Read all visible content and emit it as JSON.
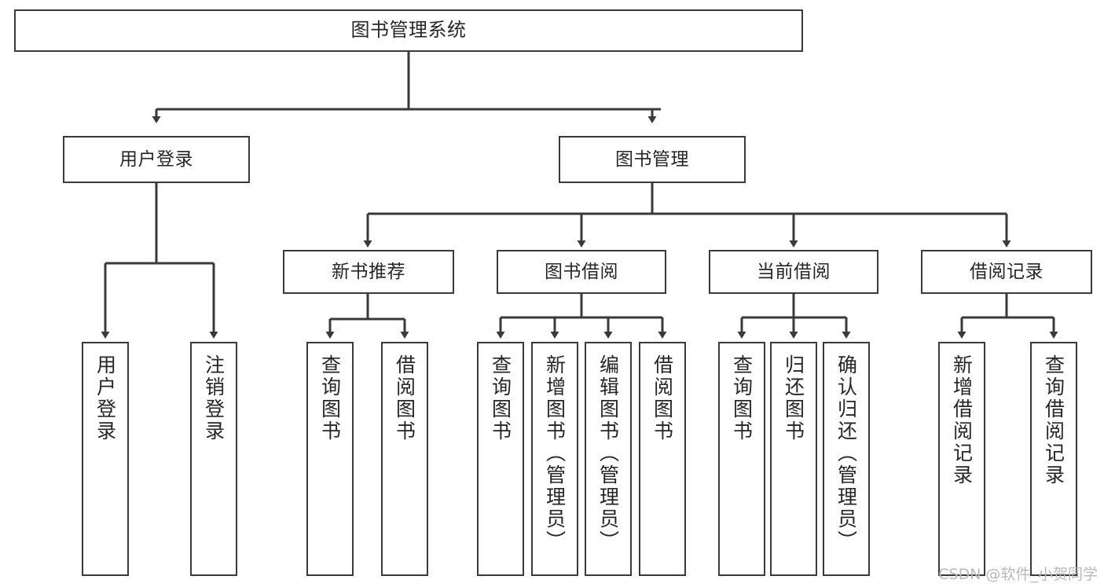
{
  "diagram": {
    "title": "图书管理系统",
    "type": "tree-hierarchy",
    "root": {
      "label": "图书管理系统"
    },
    "level1": [
      {
        "label": "用户登录"
      },
      {
        "label": "图书管理"
      }
    ],
    "level2": [
      {
        "label": "新书推荐"
      },
      {
        "label": "图书借阅"
      },
      {
        "label": "当前借阅"
      },
      {
        "label": "借阅记录"
      }
    ],
    "leaves": {
      "user_login": [
        {
          "label": "用户登录"
        },
        {
          "label": "注销登录"
        }
      ],
      "new_book_recommend": [
        {
          "label": "查询图书"
        },
        {
          "label": "借阅图书"
        }
      ],
      "book_borrow": [
        {
          "label": "查询图书"
        },
        {
          "label": "新增图书（管理员）"
        },
        {
          "label": "编辑图书（管理员）"
        },
        {
          "label": "借阅图书"
        }
      ],
      "current_borrow": [
        {
          "label": "查询图书"
        },
        {
          "label": "归还图书"
        },
        {
          "label": "确认归还（管理员）"
        }
      ],
      "borrow_record": [
        {
          "label": "新增借阅记录"
        },
        {
          "label": "查询借阅记录"
        }
      ]
    }
  },
  "watermark": {
    "text": "CSDN @软件_小贺同学"
  },
  "colors": {
    "background": "#ffffff",
    "box_border": "#3a3a3a",
    "connector": "#3a3a3a",
    "text": "#262626",
    "watermark": "#b9b9b9"
  }
}
